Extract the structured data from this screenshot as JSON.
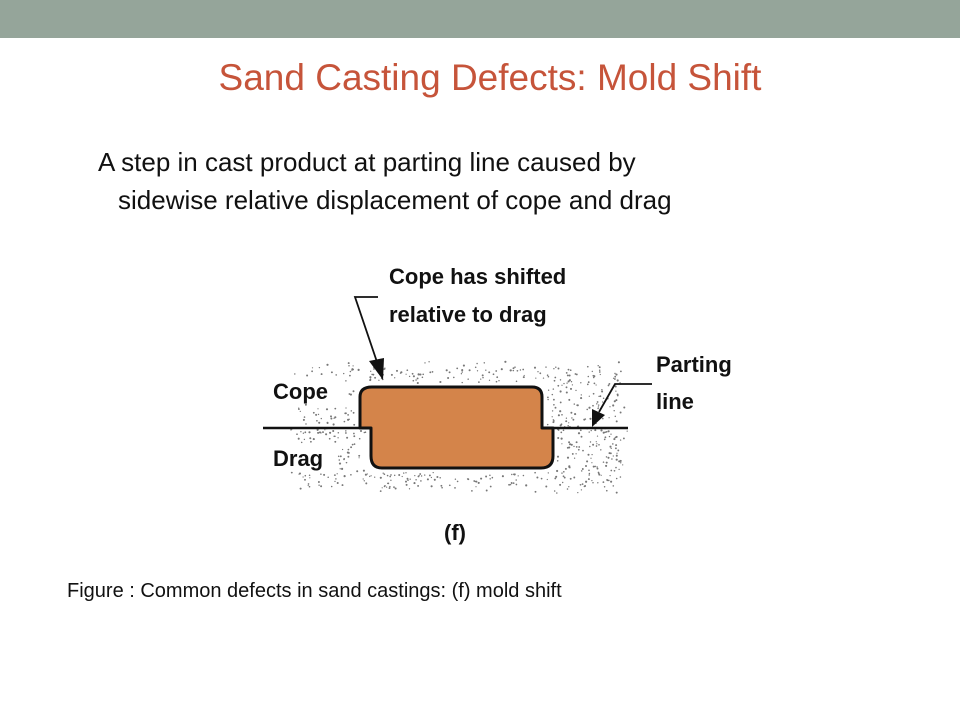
{
  "slide": {
    "title": "Sand Casting Defects: Mold Shift",
    "body_lines": [
      "A step in cast product at parting line caused by",
      "sidewise relative displacement of cope and drag"
    ],
    "caption": "Figure : Common defects in sand castings: (f) mold shift"
  },
  "diagram": {
    "annotation_line1": "Cope has shifted",
    "annotation_line2": "relative to drag",
    "cope_label": "Cope",
    "drag_label": "Drag",
    "parting_line1": "Parting",
    "parting_line2": "line",
    "panel_label": "(f)"
  },
  "colors": {
    "top_bar": "#95a59a",
    "title": "#c6543a",
    "casting_fill": "#d4844a",
    "outline": "#111111",
    "sand_dots": "#777777"
  }
}
